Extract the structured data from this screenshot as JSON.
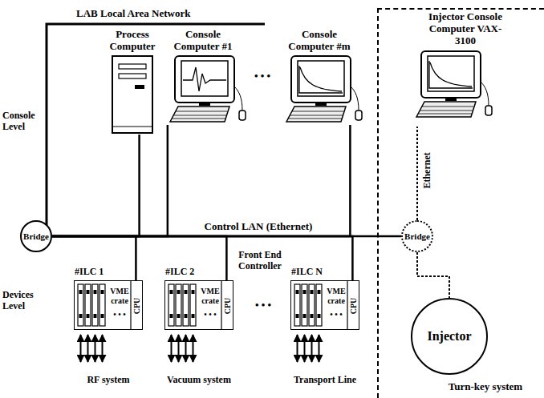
{
  "diagram": {
    "nodes": [
      {
        "text": [
          "Process Computer"
        ]
      },
      {
        "text": [
          "Console Computer #1"
        ]
      },
      {
        "text": [
          "Console Computer #m"
        ]
      },
      {
        "text": [
          "Turn-key system"
        ]
      },
      {
        "text": [
          "Injector Console Computer VAX-3100"
        ],
        "in": 3
      },
      {
        "text": [
          "Bridge"
        ]
      },
      {
        "text": [
          "Bridge"
        ],
        "in": 3
      },
      {
        "text": [
          "#ILC 1",
          "VME crate",
          "• • •",
          "CPU"
        ]
      },
      {
        "text": [
          "#ILC 2",
          "VME crate",
          "• • •",
          "CPU"
        ]
      },
      {
        "text": [
          "#ILC N",
          "VME crate",
          "• • •",
          "CPU"
        ]
      },
      {
        "text": [
          "Injector"
        ],
        "in": 3
      }
    ],
    "edges": [
      {
        "from": 5,
        "to": 0,
        "arrow": "none"
      },
      {
        "from": 5,
        "to": 1,
        "arrow": "none"
      },
      {
        "from": 5,
        "to": 2,
        "arrow": "none"
      },
      {
        "from": 5,
        "to": 6,
        "label": "Control LAN (Ethernet)",
        "arrow": "none"
      },
      {
        "from": 5,
        "to": 7,
        "arrow": "none"
      },
      {
        "from": 5,
        "to": 8,
        "arrow": "none"
      },
      {
        "from": 5,
        "to": 9,
        "arrow": "none"
      },
      {
        "from": 6,
        "to": 4,
        "label": "Ethernet",
        "arrow": "none"
      },
      {
        "from": 6,
        "to": 10,
        "arrow": "none"
      }
    ],
    "labels": [
      "LAB Local Area Network",
      "Console Level",
      "• • •",
      "Front End Controller",
      "Devices Level",
      "• • •",
      "RF system",
      "Vacuum system",
      "Transport Line"
    ]
  }
}
